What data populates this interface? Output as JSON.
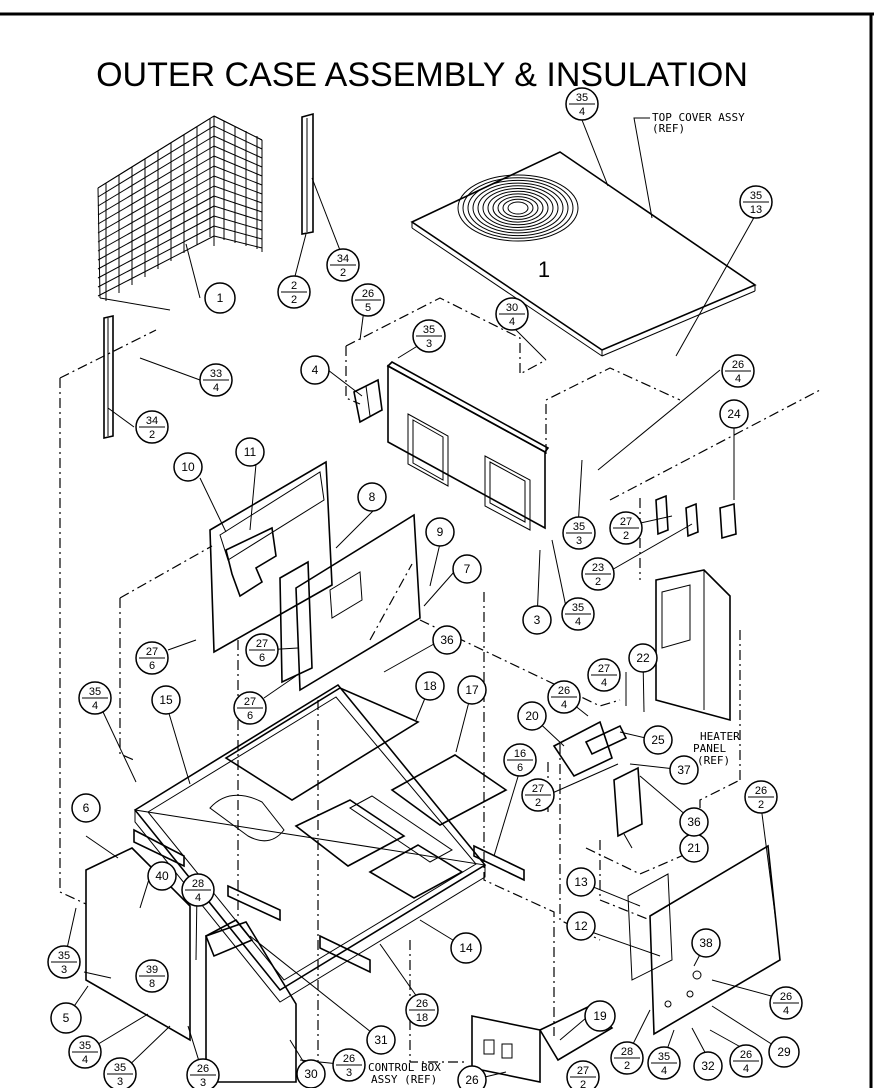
{
  "title": "OUTER CASE ASSEMBLY & INSULATION",
  "notes": {
    "top_cover": [
      "TOP COVER ASSY",
      "(REF)"
    ],
    "heater_panel": [
      "HEATER",
      "PANEL",
      "(REF)"
    ],
    "control_box": [
      "CONTROL BOX",
      "ASSY (REF)"
    ]
  },
  "top_cover_mark": "1",
  "callouts": [
    {
      "id": "c1",
      "top": "1"
    },
    {
      "id": "c2",
      "top": "2",
      "bottom": "2"
    },
    {
      "id": "c3",
      "top": "3"
    },
    {
      "id": "c4",
      "top": "4"
    },
    {
      "id": "c5",
      "top": "5"
    },
    {
      "id": "c6",
      "top": "6"
    },
    {
      "id": "c7",
      "top": "7"
    },
    {
      "id": "c8",
      "top": "8"
    },
    {
      "id": "c9",
      "top": "9"
    },
    {
      "id": "c10",
      "top": "10"
    },
    {
      "id": "c11",
      "top": "11"
    },
    {
      "id": "c12",
      "top": "12"
    },
    {
      "id": "c13",
      "top": "13"
    },
    {
      "id": "c14",
      "top": "14"
    },
    {
      "id": "c15",
      "top": "15"
    },
    {
      "id": "c16",
      "top": "16",
      "bottom": "6"
    },
    {
      "id": "c17",
      "top": "17"
    },
    {
      "id": "c18",
      "top": "18"
    },
    {
      "id": "c19",
      "top": "19"
    },
    {
      "id": "c20",
      "top": "20"
    },
    {
      "id": "c21",
      "top": "21"
    },
    {
      "id": "c22",
      "top": "22"
    },
    {
      "id": "c23",
      "top": "23",
      "bottom": "2"
    },
    {
      "id": "c24",
      "top": "24"
    },
    {
      "id": "c25",
      "top": "25"
    },
    {
      "id": "c26a",
      "top": "26",
      "bottom": "5"
    },
    {
      "id": "c26b",
      "top": "26",
      "bottom": "4"
    },
    {
      "id": "c26c",
      "top": "26",
      "bottom": "4"
    },
    {
      "id": "c26d",
      "top": "26",
      "bottom": "2"
    },
    {
      "id": "c26e",
      "top": "26",
      "bottom": "18"
    },
    {
      "id": "c26f",
      "top": "26",
      "bottom": "4"
    },
    {
      "id": "c26g",
      "top": "26",
      "bottom": "4"
    },
    {
      "id": "c26h",
      "top": "26",
      "bottom": "3"
    },
    {
      "id": "c26i",
      "top": "26",
      "bottom": "3"
    },
    {
      "id": "c26j",
      "top": "26"
    },
    {
      "id": "c27a",
      "top": "27",
      "bottom": "6"
    },
    {
      "id": "c27b",
      "top": "27",
      "bottom": "6"
    },
    {
      "id": "c27c",
      "top": "27",
      "bottom": "2"
    },
    {
      "id": "c27d",
      "top": "27",
      "bottom": "6"
    },
    {
      "id": "c27e",
      "top": "27",
      "bottom": "4"
    },
    {
      "id": "c27f",
      "top": "27",
      "bottom": "2"
    },
    {
      "id": "c27g",
      "top": "27",
      "bottom": "2"
    },
    {
      "id": "c28a",
      "top": "28",
      "bottom": "4"
    },
    {
      "id": "c28b",
      "top": "28",
      "bottom": "2"
    },
    {
      "id": "c29",
      "top": "29"
    },
    {
      "id": "c30a",
      "top": "30",
      "bottom": "4"
    },
    {
      "id": "c30b",
      "top": "30"
    },
    {
      "id": "c31",
      "top": "31"
    },
    {
      "id": "c32",
      "top": "32"
    },
    {
      "id": "c33",
      "top": "33",
      "bottom": "4"
    },
    {
      "id": "c34a",
      "top": "34",
      "bottom": "2"
    },
    {
      "id": "c34b",
      "top": "34",
      "bottom": "2"
    },
    {
      "id": "c35a",
      "top": "35",
      "bottom": "4"
    },
    {
      "id": "c35b",
      "top": "35",
      "bottom": "13"
    },
    {
      "id": "c35c",
      "top": "35",
      "bottom": "3"
    },
    {
      "id": "c35d",
      "top": "35",
      "bottom": "3"
    },
    {
      "id": "c35e",
      "top": "35",
      "bottom": "4"
    },
    {
      "id": "c35f",
      "top": "35",
      "bottom": "4"
    },
    {
      "id": "c35g",
      "top": "35",
      "bottom": "3"
    },
    {
      "id": "c35h",
      "top": "35",
      "bottom": "4"
    },
    {
      "id": "c35i",
      "top": "35",
      "bottom": "3"
    },
    {
      "id": "c35j",
      "top": "35",
      "bottom": "4"
    },
    {
      "id": "c36a",
      "top": "36"
    },
    {
      "id": "c36b",
      "top": "36"
    },
    {
      "id": "c37",
      "top": "37"
    },
    {
      "id": "c38",
      "top": "38"
    },
    {
      "id": "c39",
      "top": "39",
      "bottom": "8"
    },
    {
      "id": "c40",
      "top": "40"
    }
  ]
}
